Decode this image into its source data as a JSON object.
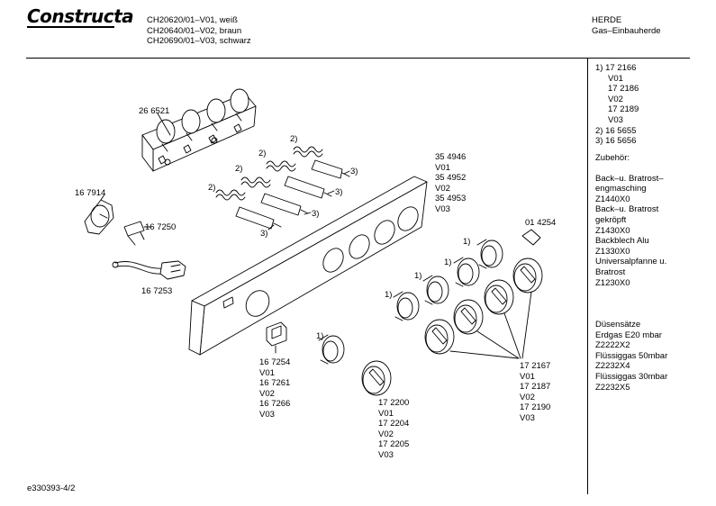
{
  "header": {
    "brand": "Constructa",
    "models": [
      "CH20620/01–V01, weiß",
      "CH20640/01–V02, braun",
      "CH20690/01–V03, schwarz"
    ],
    "category": "HERDE",
    "subcategory": "Gas–Einbauherde"
  },
  "parts_list": {
    "block1": [
      {
        "text": "1) 17 2166",
        "indent": false
      },
      {
        "text": "V01",
        "indent": true
      },
      {
        "text": "17 2186",
        "indent": true
      },
      {
        "text": "V02",
        "indent": true
      },
      {
        "text": "17 2189",
        "indent": true
      },
      {
        "text": "V03",
        "indent": true
      },
      {
        "text": "2) 16 5655",
        "indent": false
      },
      {
        "text": "3) 16 5656",
        "indent": false
      }
    ],
    "zubehoer_heading": "Zubehör:",
    "zubehoer": [
      "Back–u. Bratrost–",
      "engmasching",
      "Z1440X0",
      "Back–u. Bratrost",
      "gekröpft",
      "Z1430X0",
      "Backblech Alu",
      "Z1330X0",
      "Universalpfanne u.",
      "Bratrost",
      "Z1230X0"
    ],
    "duesen": [
      "Düsensätze",
      "Erdgas E20 mbar",
      "Z2222X2",
      "Flüssiggas 50mbar",
      "Z2232X4",
      "Flüssiggas 30mbar",
      "Z2232X5"
    ]
  },
  "diagram_labels": {
    "l_266521": "26 6521",
    "l_167914": "16 7914",
    "l_167250": "16 7250",
    "l_167253": "16 7253",
    "l_354946_group": "35 4946\nV01\n35 4952\nV02\n35 4953\nV03",
    "l_014254": "01 4254",
    "l_167254_group": "16 7254\nV01\n16 7261\nV02\n16 7266\nV03",
    "l_172200_group": "17 2200\nV01\n17 2204\nV02\n17 2205\nV03",
    "l_172167_group": "17 2167\nV01\n17 2187\nV02\n17 2190\nV03",
    "callout_1": "1)",
    "callout_2": "2)",
    "callout_3": "3)"
  },
  "footer": {
    "doc_id": "e330393-4/2"
  }
}
